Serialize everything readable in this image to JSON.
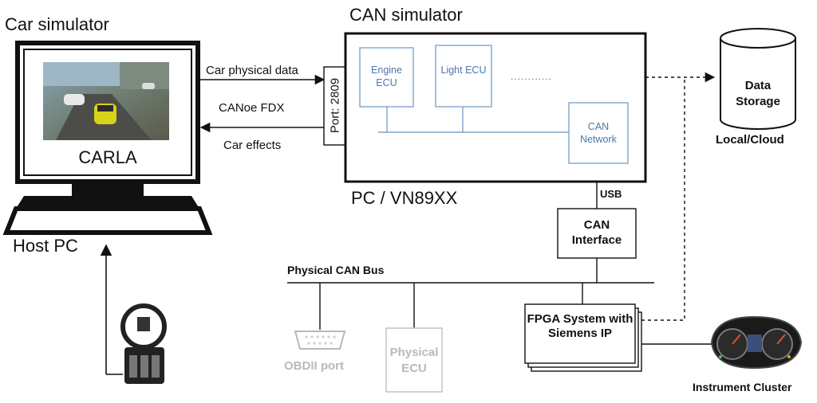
{
  "car_simulator": {
    "title": "Car simulator",
    "screen_label": "CARLA",
    "host_label": "Host PC"
  },
  "arrows": {
    "car_physical_data": "Car physical data",
    "canoe_fdx": "CANoe FDX",
    "car_effects": "Car effects"
  },
  "port_label": "Port: 2809",
  "can_simulator": {
    "title": "CAN simulator",
    "engine_ecu": "Engine ECU",
    "light_ecu": "Light ECU",
    "ellipsis": "............",
    "can_network": "CAN Network",
    "pc_label": "PC / VN89XX"
  },
  "usb_label": "USB",
  "can_interface": "CAN Interface",
  "physical_can_bus": "Physical CAN Bus",
  "obdii_port": "OBDII port",
  "physical_ecu": "Physical ECU",
  "fpga": "FPGA System with Siemens IP",
  "data_storage": "Data Storage",
  "local_cloud": "Local/Cloud",
  "instrument_cluster": "Instrument Cluster",
  "colors": {
    "line": "#111111",
    "ecu_border": "#7fa4cc",
    "ecu_text": "#4a78a8",
    "faded": "#b9b9b9"
  }
}
